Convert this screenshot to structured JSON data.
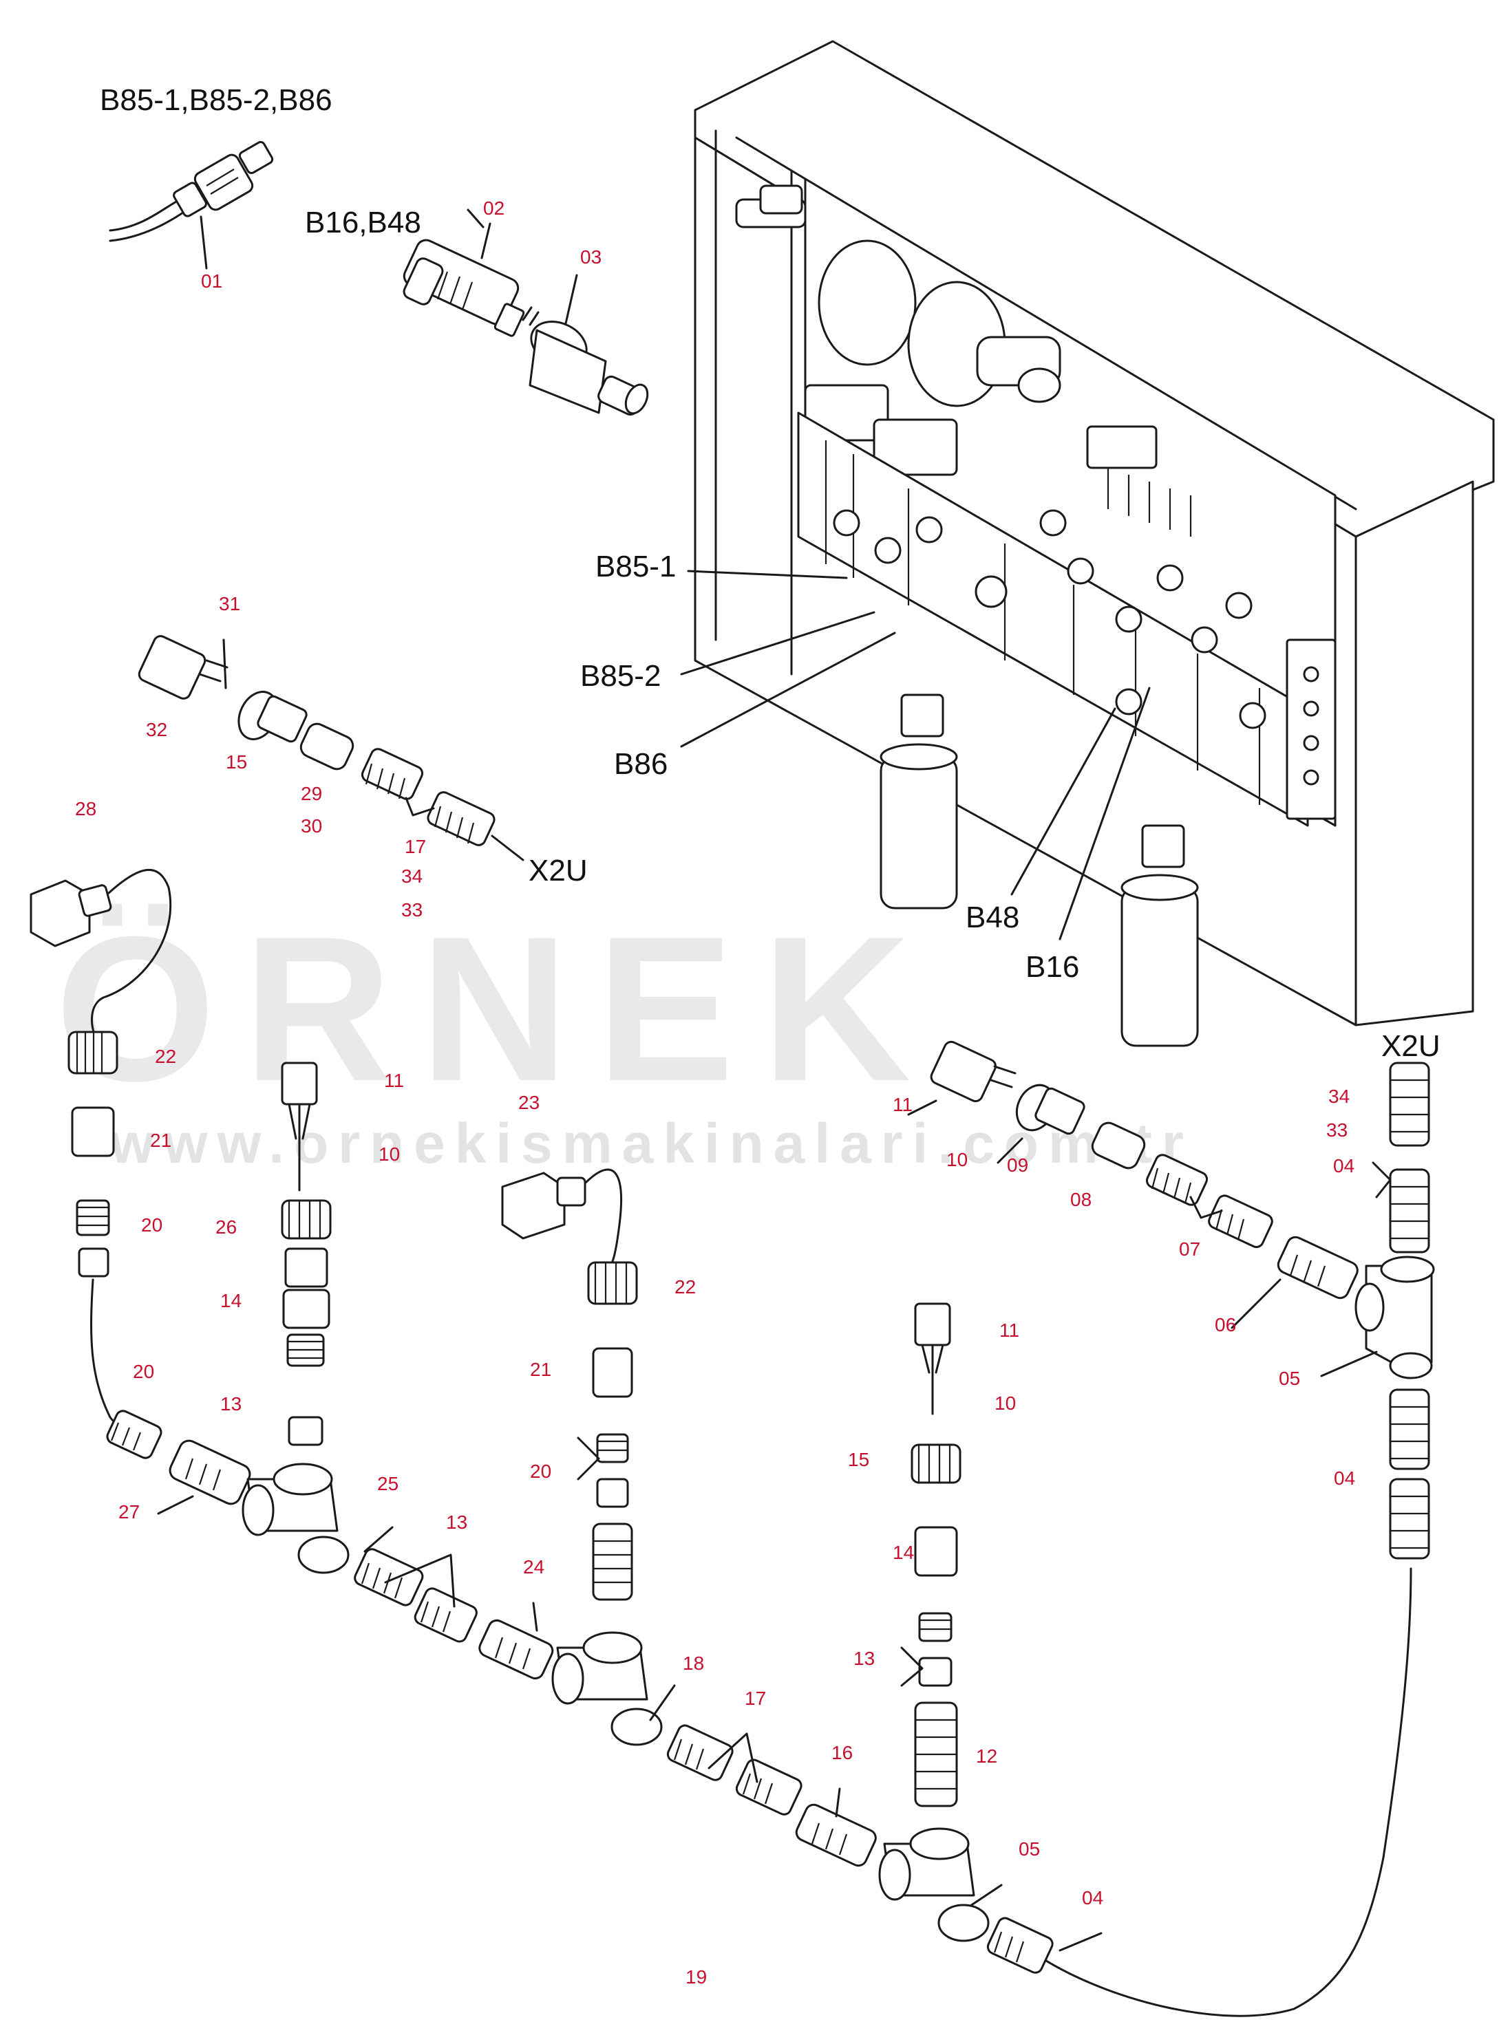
{
  "watermark": {
    "brand": "ÖRNEK",
    "url": "www.ornekismakinalari.com.tr"
  },
  "captions": {
    "b85_group": "B85-1,B85-2,B86",
    "b16_group": "B16,B48",
    "b85_1": "B85-1",
    "b85_2": "B85-2",
    "b86": "B86",
    "b48": "B48",
    "b16": "B16",
    "x2u_top": "X2U",
    "x2u_right": "X2U"
  },
  "callouts": [
    "01",
    "02",
    "03",
    "31",
    "32",
    "15",
    "29",
    "30",
    "17",
    "34",
    "33",
    "28",
    "22",
    "21",
    "20",
    "20",
    "11",
    "10",
    "26",
    "14",
    "13",
    "23",
    "22",
    "21",
    "20",
    "19",
    "27",
    "25",
    "13",
    "24",
    "18",
    "17",
    "16",
    "11",
    "10",
    "15",
    "14",
    "13",
    "12",
    "05",
    "04",
    "11",
    "10",
    "09",
    "08",
    "07",
    "06",
    "05",
    "04",
    "04",
    "33",
    "34"
  ]
}
